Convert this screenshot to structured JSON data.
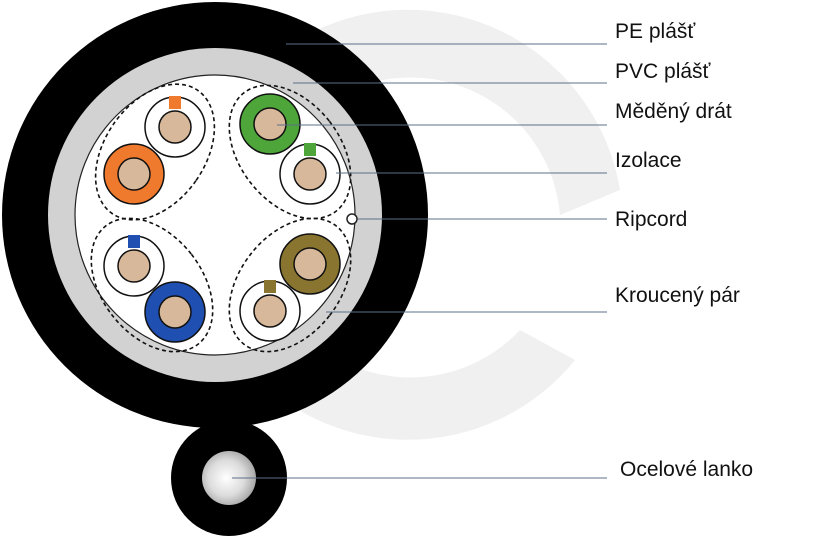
{
  "labels": {
    "pe_sheath": "PE plášť",
    "pvc_sheath": "PVC plášť",
    "copper_wire": "Měděný drát",
    "insulation": "Izolace",
    "ripcord": "Ripcord",
    "twisted_pair": "Kroucený pár",
    "steel_wire": "Ocelové lanko"
  },
  "colors": {
    "pe_sheath": "#000000",
    "pvc_sheath": "#d2d2d2",
    "copper": "#d8b89a",
    "pair_orange": "#ef7a2e",
    "pair_green": "#4ea63a",
    "pair_blue": "#1f4fb0",
    "pair_brown": "#8a7530",
    "leader_line": "#5b7088",
    "watermark": "#f0f0f0"
  },
  "icons": {
    "watermark": "c-logo-watermark"
  }
}
